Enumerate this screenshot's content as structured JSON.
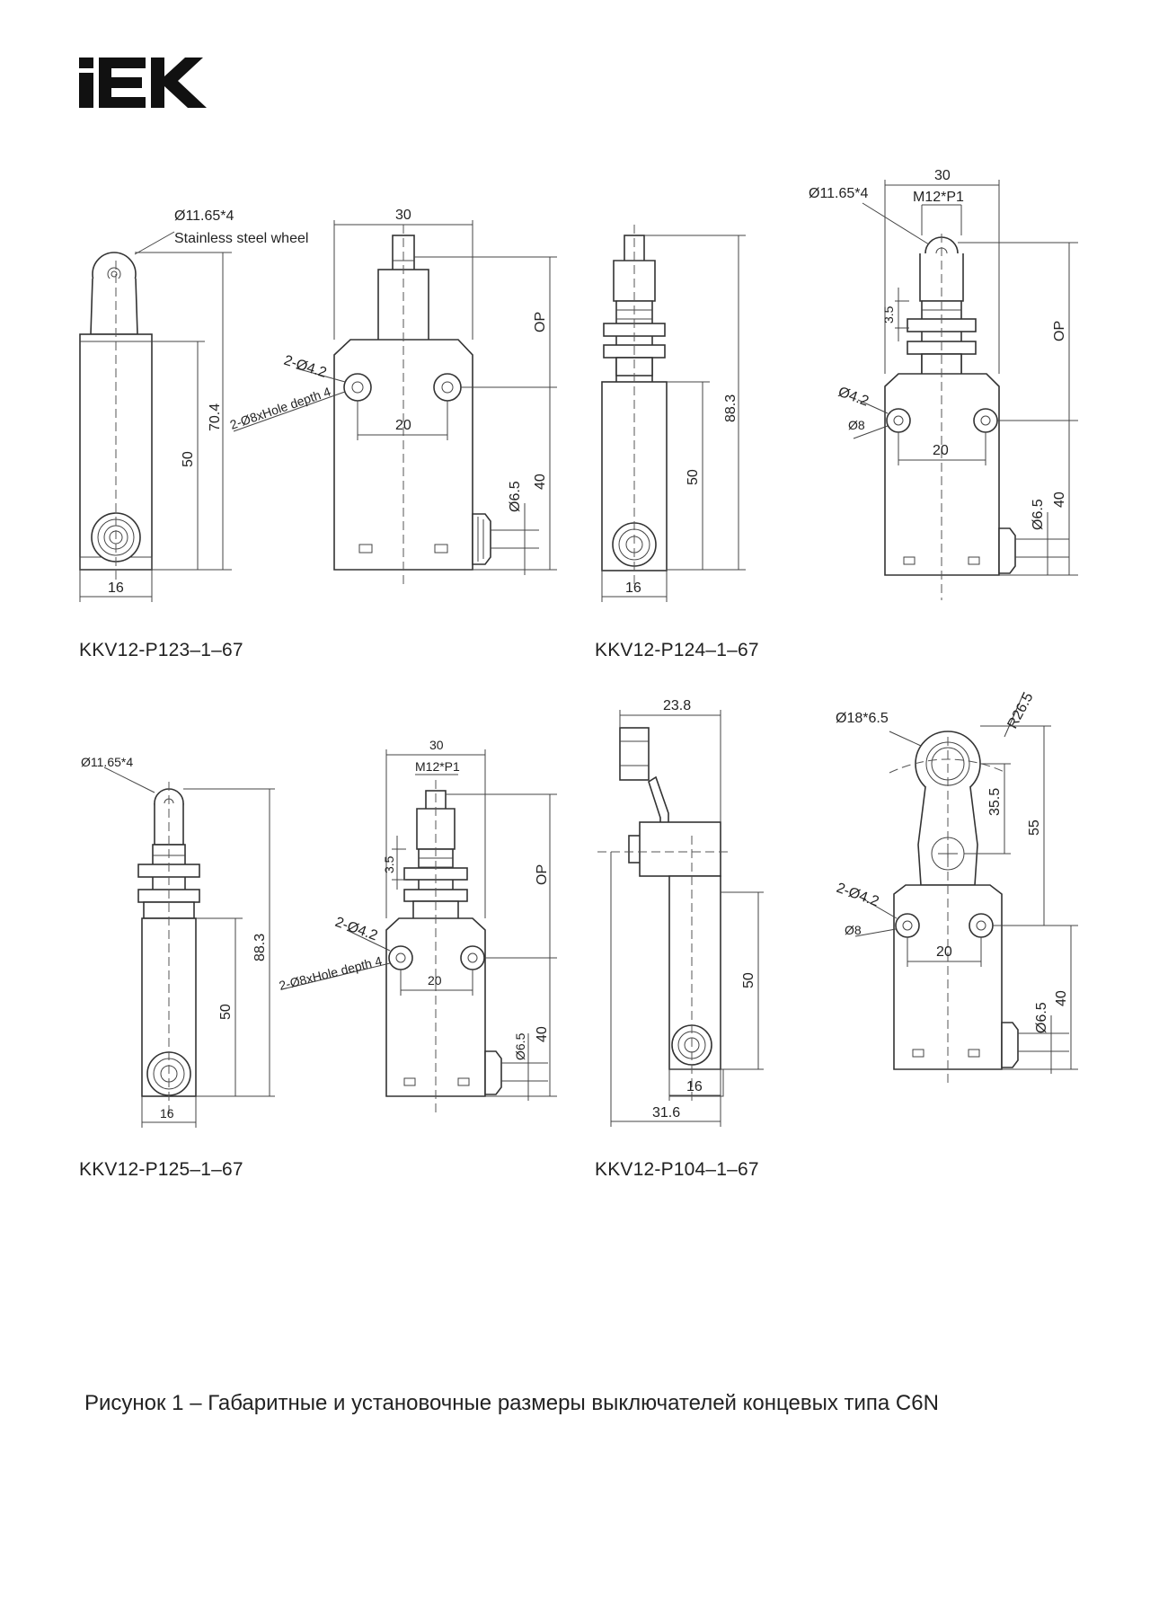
{
  "logo": {
    "text": "IEK",
    "color": "#111111"
  },
  "models": [
    {
      "label": "KKV12-P123–1–67"
    },
    {
      "label": "KKV12-P124–1–67"
    },
    {
      "label": "KKV12-P125–1–67"
    },
    {
      "label": "KKV12-P104–1–67"
    }
  ],
  "dims": {
    "d_11_65_4": "Ø11.65*4",
    "stainless": "Stainless steel wheel",
    "d30": "30",
    "d70_4": "70.4",
    "d50": "50",
    "d16": "16",
    "d2_4_2": "2-Ø4.2",
    "hole_depth": "2-Ø8xHole depth 4",
    "d20": "20",
    "op": "OP",
    "d40": "40",
    "d6_5": "Ø6.5",
    "d88_3": "88.3",
    "m12": "M12*P1",
    "d3_5": "3.5",
    "d4_2": "Ø4.2",
    "d8": "Ø8",
    "d23_8": "23.8",
    "d31_6": "31.6",
    "d18_6_5": "Ø18*6.5",
    "r26_5": "R26.5",
    "d35_5": "35.5",
    "d55": "55"
  },
  "caption": "Рисунок 1 – Габаритные и установочные размеры выключателей концевых типа C6N"
}
